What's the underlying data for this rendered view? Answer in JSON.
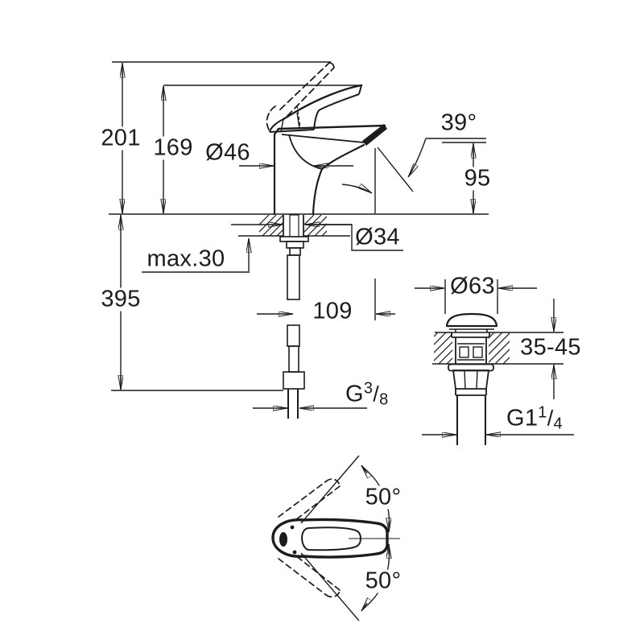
{
  "page": {
    "background": "#ffffff",
    "ink": "#1c1c1c",
    "description": "faucet technical dimension drawing"
  },
  "front_view": {
    "height_max_label": "201",
    "height_spout_label": "169",
    "body_diameter_label": "Ø46",
    "spout_angle_label": "39°",
    "outlet_height_label": "95",
    "hole_diameter_label": "Ø34",
    "deck_thickness_label": "max.30",
    "hose_depth_label": "395",
    "spout_reach_label": "109",
    "supply_thread_label": {
      "prefix": "G",
      "sup": "3",
      "slash": "/",
      "sub": "8"
    }
  },
  "drain_view": {
    "cap_diameter_label": "Ø63",
    "deck_range_label": "35-45",
    "waste_thread_label": {
      "prefix": "G1",
      "sup": "1",
      "slash": "/",
      "sub": "4"
    }
  },
  "top_view": {
    "swing_up_label": "50°",
    "swing_down_label": "50°"
  }
}
